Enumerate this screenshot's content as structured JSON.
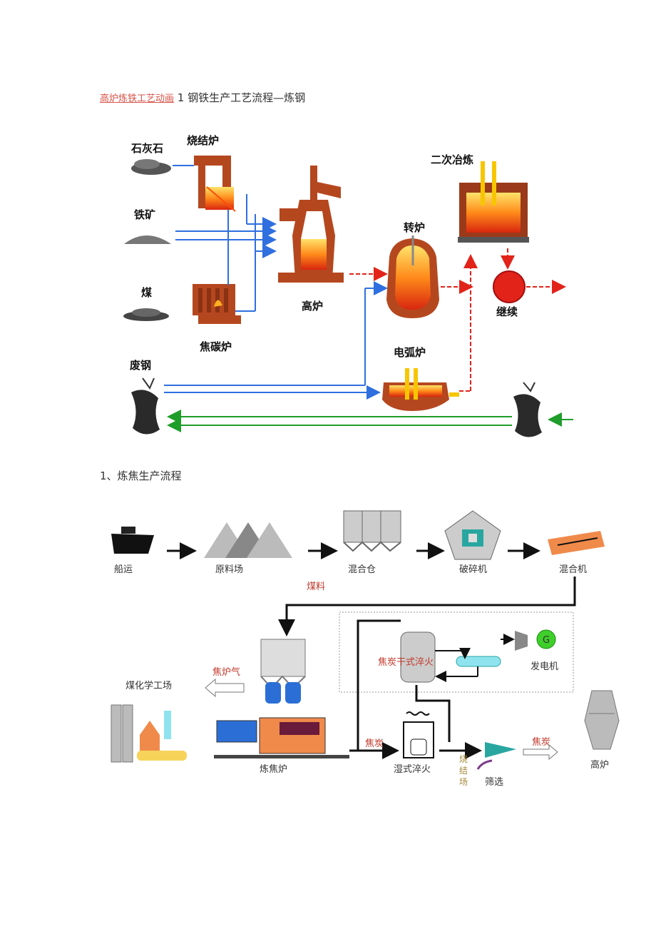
{
  "heading": {
    "link_text": "高炉炼铁工艺动画",
    "rest_text": "1 钢铁生产工艺流程—炼钢"
  },
  "steel_diagram": {
    "limestone": "石灰石",
    "sinter_furnace": "烧结炉",
    "iron_ore": "铁矿",
    "coal": "煤",
    "coke_oven": "焦碳炉",
    "blast_furnace": "高炉",
    "converter": "转炉",
    "secondary_refining": "二次冶炼",
    "continuous_casting": "继续",
    "electric_arc_furnace": "电弧炉",
    "scrap_steel": "废钢"
  },
  "section": {
    "title": "1、炼焦生产流程"
  },
  "coking_diagram": {
    "shipping": "船运",
    "raw_yard": "原料场",
    "mixing_bin": "混合仓",
    "crusher": "破碎机",
    "mixer": "混合机",
    "coal_material": "煤料",
    "coke_oven_gas": "焦炉气",
    "coal_chemical_plant": "煤化学工场",
    "dry_quenching": "焦炭干式淬火",
    "generator": "发电机",
    "generator_icon_letter": "G",
    "coking_oven": "炼焦炉",
    "coke_1": "焦炭",
    "wet_quenching": "湿式淬火",
    "sinter_plant_vertical": "烧结场",
    "screening": "筛选",
    "coke_2": "焦炭",
    "blast_furnace": "高炉"
  },
  "colors": {
    "blue_flow": "#2f6fe0",
    "red_flow": "#e2231a",
    "green_flow": "#1f9d2a",
    "furnace_brick": "#b5471f"
  }
}
